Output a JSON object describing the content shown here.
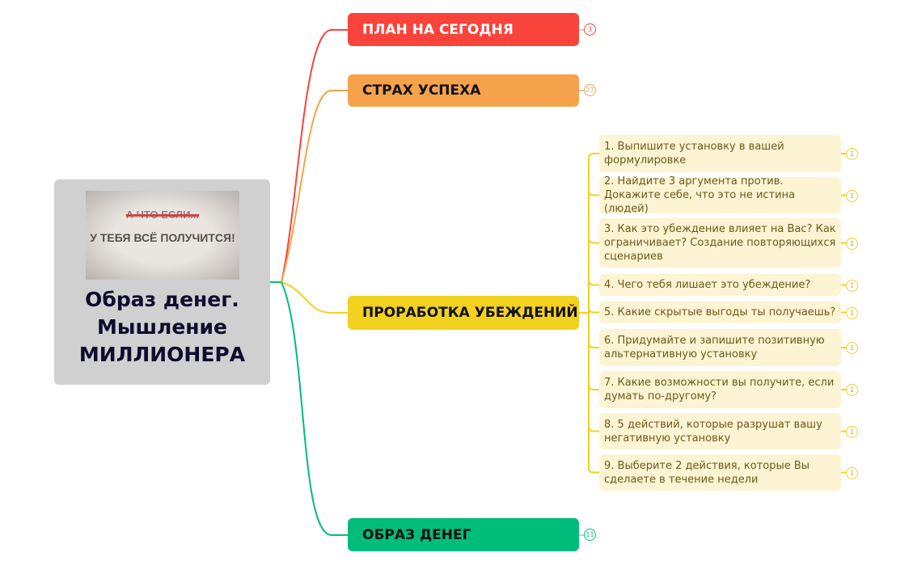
{
  "central": {
    "image_text_crossed": "А ЧТО ЕСЛИ...",
    "image_text": "У ТЕБЯ ВСЁ ПОЛУЧИТСЯ!",
    "title_lines": [
      "Образ денег.",
      "Мышление",
      "МИЛЛИОНЕРА"
    ]
  },
  "colors": {
    "plan": "#f8443b",
    "strah": "#f5a24b",
    "prorabotka": "#f2d11f",
    "obraz": "#00bd7b",
    "sub_bg": "#fcf4d2"
  },
  "branches": [
    {
      "label": "ПЛАН НА СЕГОДНЯ",
      "count": "3"
    },
    {
      "label": "СТРАХ УСПЕХА",
      "count": "27"
    },
    {
      "label": "ПРОРАБОТКА УБЕЖДЕНИЙ",
      "count": ""
    },
    {
      "label": "ОБРАЗ ДЕНЕГ",
      "count": "11"
    }
  ],
  "subitems": [
    {
      "text": "1. Выпишите установку в вашей формулировке",
      "count": "1"
    },
    {
      "text": "2. Найдите 3 аргумента против. Докажите себе, что это не истина (людей)",
      "count": "1"
    },
    {
      "text": "3. Как это убеждение влияет на Вас? Как ограничивает? Создание повторяющихся сценариев",
      "count": "1"
    },
    {
      "text": "4. Чего тебя лишает это убеждение?",
      "count": "1"
    },
    {
      "text": "5. Какие скрытые выгоды ты получаешь?",
      "count": "1"
    },
    {
      "text": "6. Придумайте и запишите позитивную альтернативную установку",
      "count": "1"
    },
    {
      "text": "7. Какие возможности вы получите, если думать по-другому?",
      "count": "1"
    },
    {
      "text": "8. 5 действий, которые разрушат вашу негативную установку",
      "count": "1"
    },
    {
      "text": "9. Выберите 2 действия, которые Вы сделаете в течение недели",
      "count": "1"
    }
  ]
}
